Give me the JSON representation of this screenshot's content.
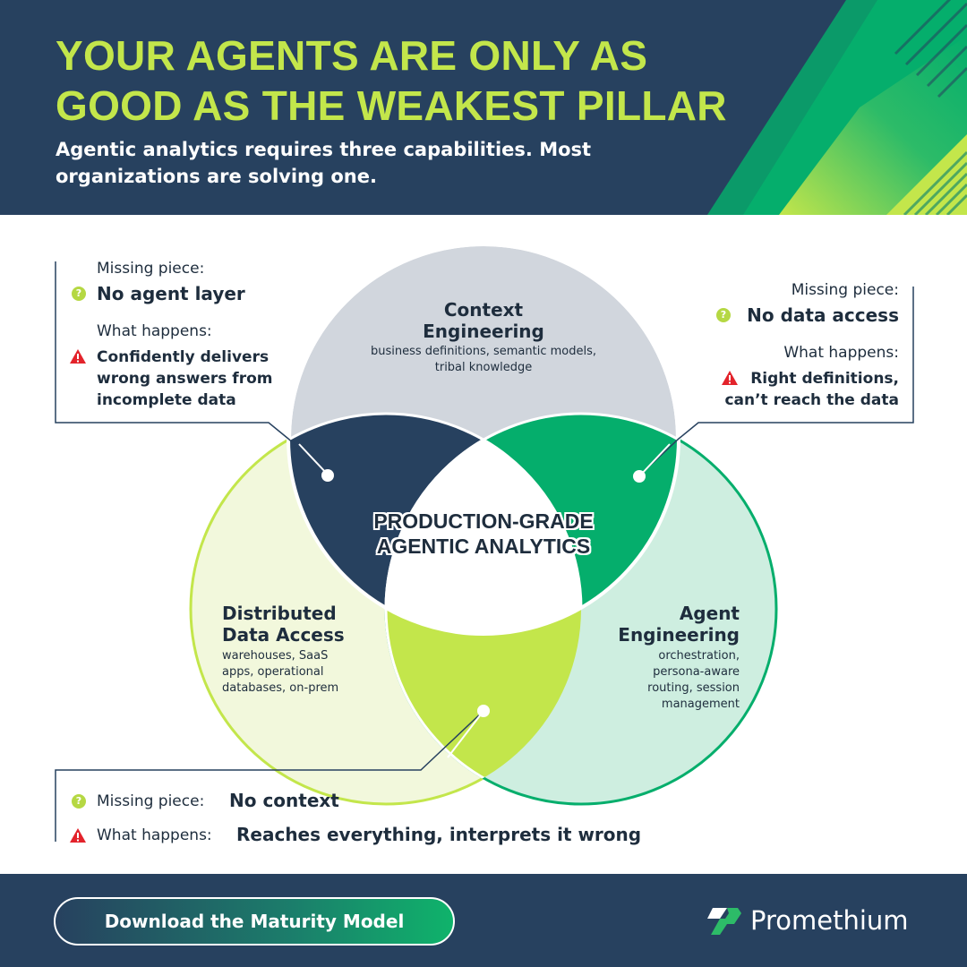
{
  "header": {
    "title_line1": "YOUR AGENTS ARE ONLY AS",
    "title_line2": "GOOD AS THE WEAKEST PILLAR",
    "subtitle": "Agentic analytics requires three capabilities. Most organizations are solving one."
  },
  "colors": {
    "navy": "#27415f",
    "lime": "#c3e64b",
    "green": "#05ae6c",
    "gray_circle": "#d1d6dd",
    "light_lime": "#f2f8dc",
    "light_green": "#ceeee0"
  },
  "pillars": {
    "context": {
      "title_line1": "Context",
      "title_line2": "Engineering",
      "desc_line1": "business definitions, semantic models,",
      "desc_line2": "tribal knowledge"
    },
    "data": {
      "title_line1": "Distributed",
      "title_line2": "Data Access",
      "desc_line1": "warehouses, SaaS",
      "desc_line2": "apps, operational",
      "desc_line3": "databases, on-prem"
    },
    "agent": {
      "title_line1": "Agent",
      "title_line2": "Engineering",
      "desc_line1": "orchestration,",
      "desc_line2": "persona-aware",
      "desc_line3": "routing, session",
      "desc_line4": "management"
    }
  },
  "center": {
    "line1": "PRODUCTION-GRADE",
    "line2": "AGENTIC ANALYTICS"
  },
  "callouts": {
    "top_left": {
      "missing_label": "Missing piece:",
      "missing_value": "No agent layer",
      "happens_label": "What happens:",
      "happens_line1": "Confidently delivers",
      "happens_line2": "wrong answers from",
      "happens_line3": "incomplete data"
    },
    "top_right": {
      "missing_label": "Missing piece:",
      "missing_value": "No data access",
      "happens_label": "What happens:",
      "happens_line1": "Right definitions,",
      "happens_line2": "can’t reach the data"
    },
    "bottom": {
      "missing_label": "Missing piece:",
      "missing_value": "No context",
      "happens_label": "What happens:",
      "happens_value": "Reaches everything, interprets it wrong"
    }
  },
  "icons": {
    "question": "question-circle-icon",
    "warning": "warning-triangle-icon",
    "question_glyph": "?",
    "warning_glyph": "!"
  },
  "footer": {
    "cta_label": "Download the Maturity Model",
    "brand": "Promethium"
  }
}
